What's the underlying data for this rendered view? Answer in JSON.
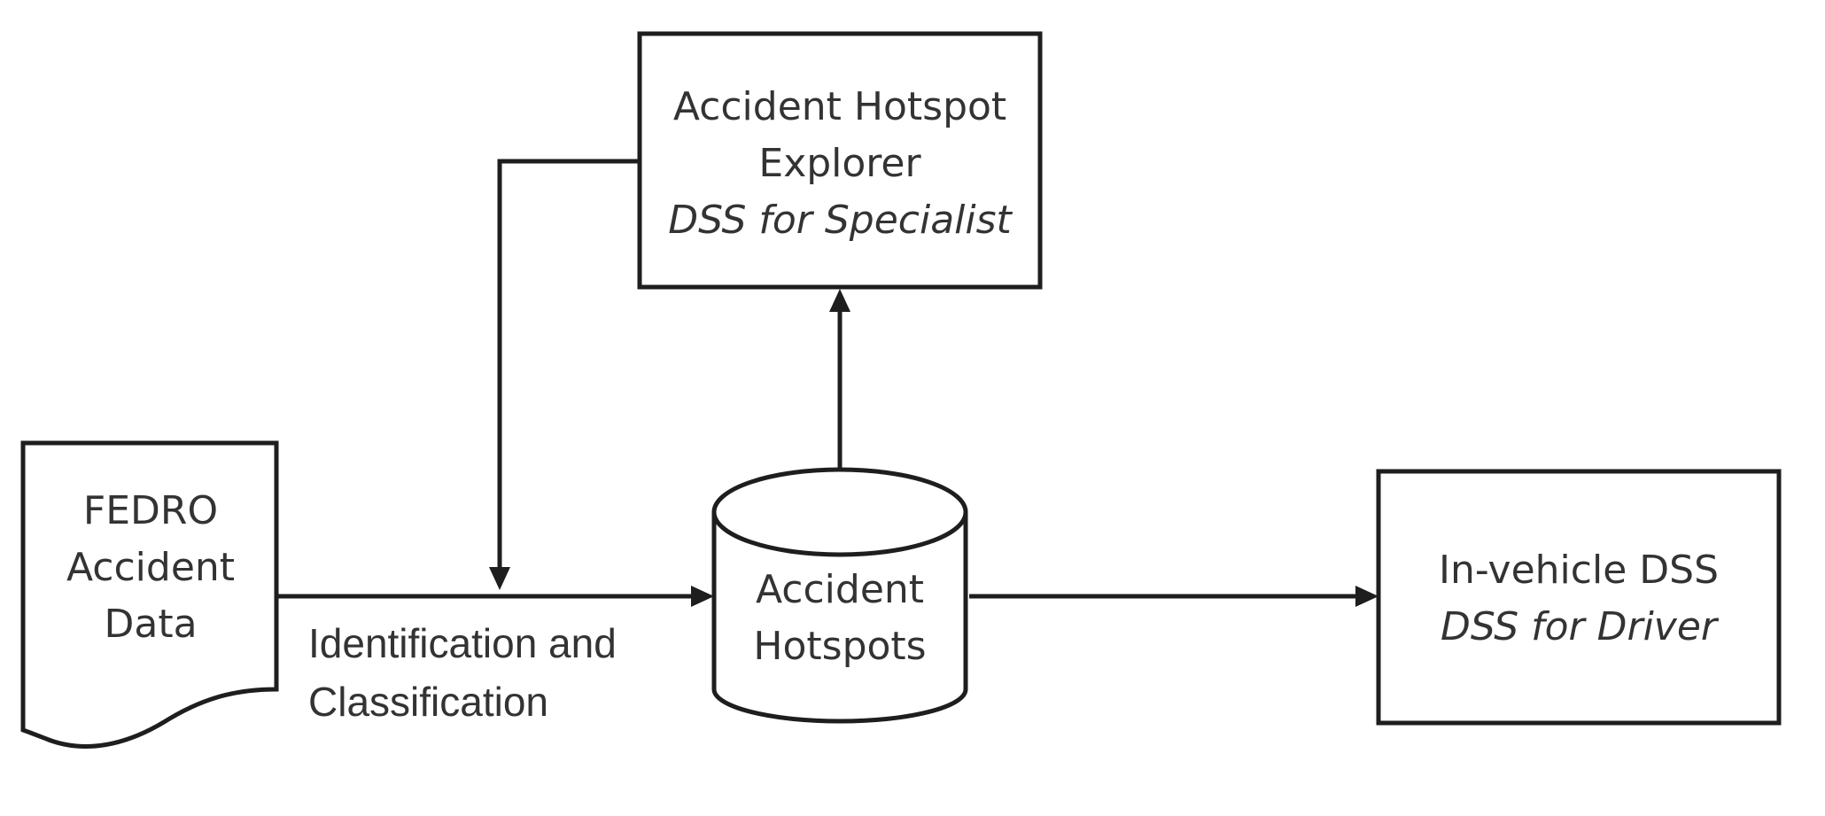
{
  "nodes": {
    "fedro_data": {
      "lines": [
        "FEDRO",
        "Accident",
        "Data"
      ]
    },
    "hotspot_explorer": {
      "lines": [
        "Accident Hotspot",
        "Explorer"
      ],
      "subtitle": "DSS for Specialist"
    },
    "accident_hotspots": {
      "lines": [
        "Accident",
        "Hotspots"
      ]
    },
    "in_vehicle_dss": {
      "title": "In-vehicle DSS",
      "subtitle": "DSS for Driver"
    }
  },
  "edges": {
    "identification": {
      "lines": [
        "Identification and",
        "Classification"
      ]
    }
  },
  "colors": {
    "stroke": "#1e1e1e",
    "text": "#333333",
    "background": "#ffffff"
  }
}
